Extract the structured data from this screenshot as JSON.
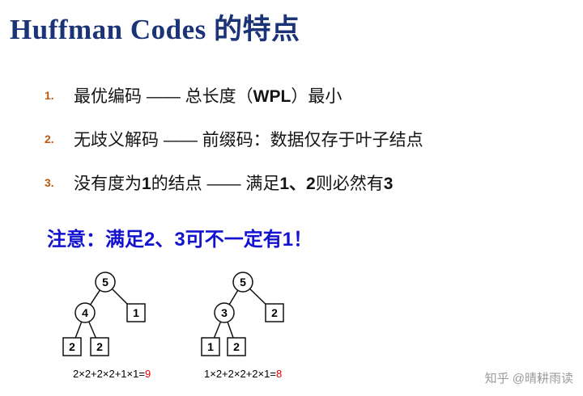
{
  "title": "Huffman Codes 的特点",
  "list": {
    "items": [
      {
        "num": "1.",
        "segments": [
          "最优编码 —— 总长度（",
          "WPL",
          "）最小"
        ]
      },
      {
        "num": "2.",
        "segments": [
          "无歧义解码 —— 前缀码：数据仅存于叶子结点"
        ]
      },
      {
        "num": "3.",
        "segments": [
          "没有度为",
          "1",
          "的结点 —— 满足",
          "1、2",
          "则必然有",
          "3"
        ]
      }
    ]
  },
  "note": "注意：满足2、3可不一定有1！",
  "trees": [
    {
      "nodes": [
        {
          "label": "5",
          "shape": "circle"
        },
        {
          "label": "4",
          "shape": "circle"
        },
        {
          "label": "1",
          "shape": "square"
        },
        {
          "label": "2",
          "shape": "square"
        },
        {
          "label": "2",
          "shape": "square"
        }
      ],
      "formula": {
        "expr": "2×2+2×2+1×1=",
        "result": "9"
      }
    },
    {
      "nodes": [
        {
          "label": "5",
          "shape": "circle"
        },
        {
          "label": "3",
          "shape": "circle"
        },
        {
          "label": "2",
          "shape": "square"
        },
        {
          "label": "1",
          "shape": "square"
        },
        {
          "label": "2",
          "shape": "square"
        }
      ],
      "formula": {
        "expr": "1×2+2×2+2×1=",
        "result": "8"
      }
    }
  ],
  "watermark": "知乎 @晴耕雨读",
  "colors": {
    "title": "#1b3377",
    "list_number": "#c0570f",
    "note": "#1212cf",
    "formula_result": "#e60000",
    "watermark": "#9b9b9b"
  }
}
